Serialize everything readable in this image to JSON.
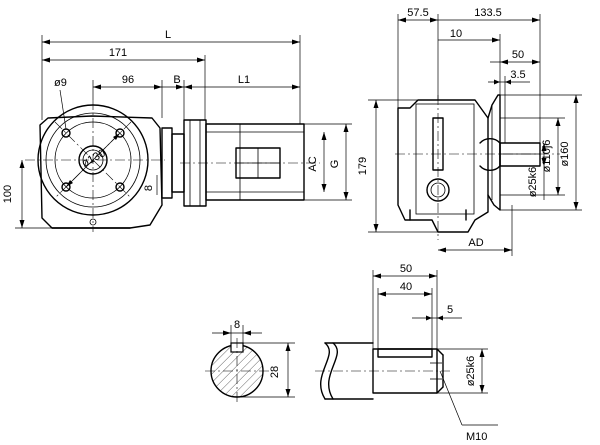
{
  "front_view": {
    "dims": {
      "total_length": "L",
      "length_171": "171",
      "hole_dia": "ø9",
      "length_96": "96",
      "length_B": "B",
      "length_L1": "L1",
      "pcd": "ø130",
      "height_100": "100",
      "dim_8": "8",
      "motor_AC": "AC",
      "motor_G": "G"
    }
  },
  "side_view": {
    "dims": {
      "width_57_5": "57.5",
      "width_133_5": "133.5",
      "dim_10": "10",
      "dim_50": "50",
      "dim_3_5": "3.5",
      "height_179": "179",
      "flange_dia": "ø160",
      "spigot_dia": "ø110j6",
      "shaft_dia": "ø25k6",
      "motor_AD": "AD"
    }
  },
  "shaft_detail": {
    "dims": {
      "length_50": "50",
      "length_40": "40",
      "key_offset": "5",
      "shaft_dia": "ø25k6",
      "thread": "M10"
    }
  },
  "key_section": {
    "dims": {
      "key_width": "8",
      "key_height": "28"
    }
  }
}
